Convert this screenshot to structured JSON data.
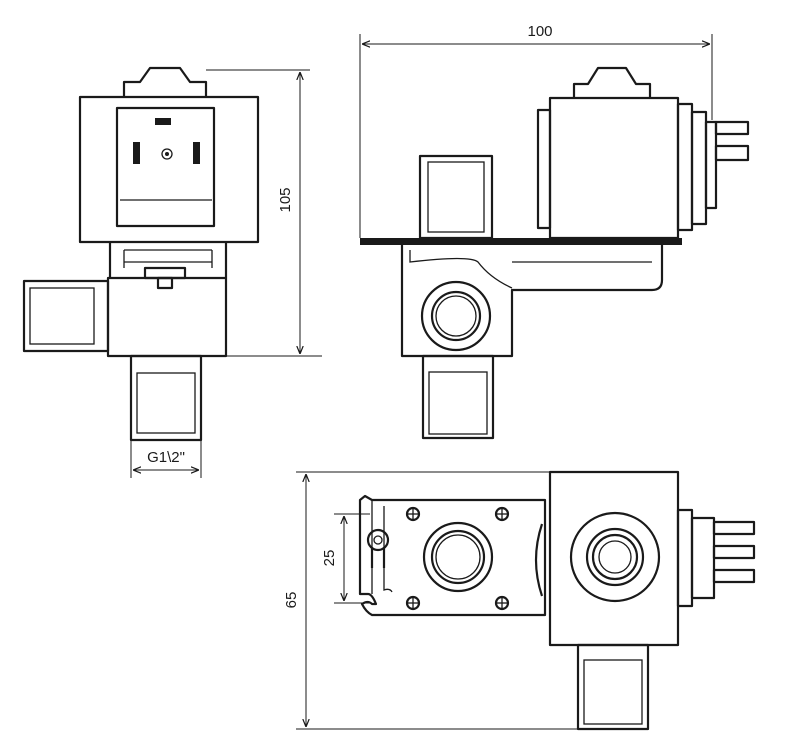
{
  "dimensions": {
    "width_top": "100",
    "height_front": "105",
    "thread": "G1\\2\"",
    "mount_spacing": "25",
    "height_plan": "65"
  },
  "colors": {
    "ink": "#1a1a1a",
    "paper": "#ffffff"
  }
}
